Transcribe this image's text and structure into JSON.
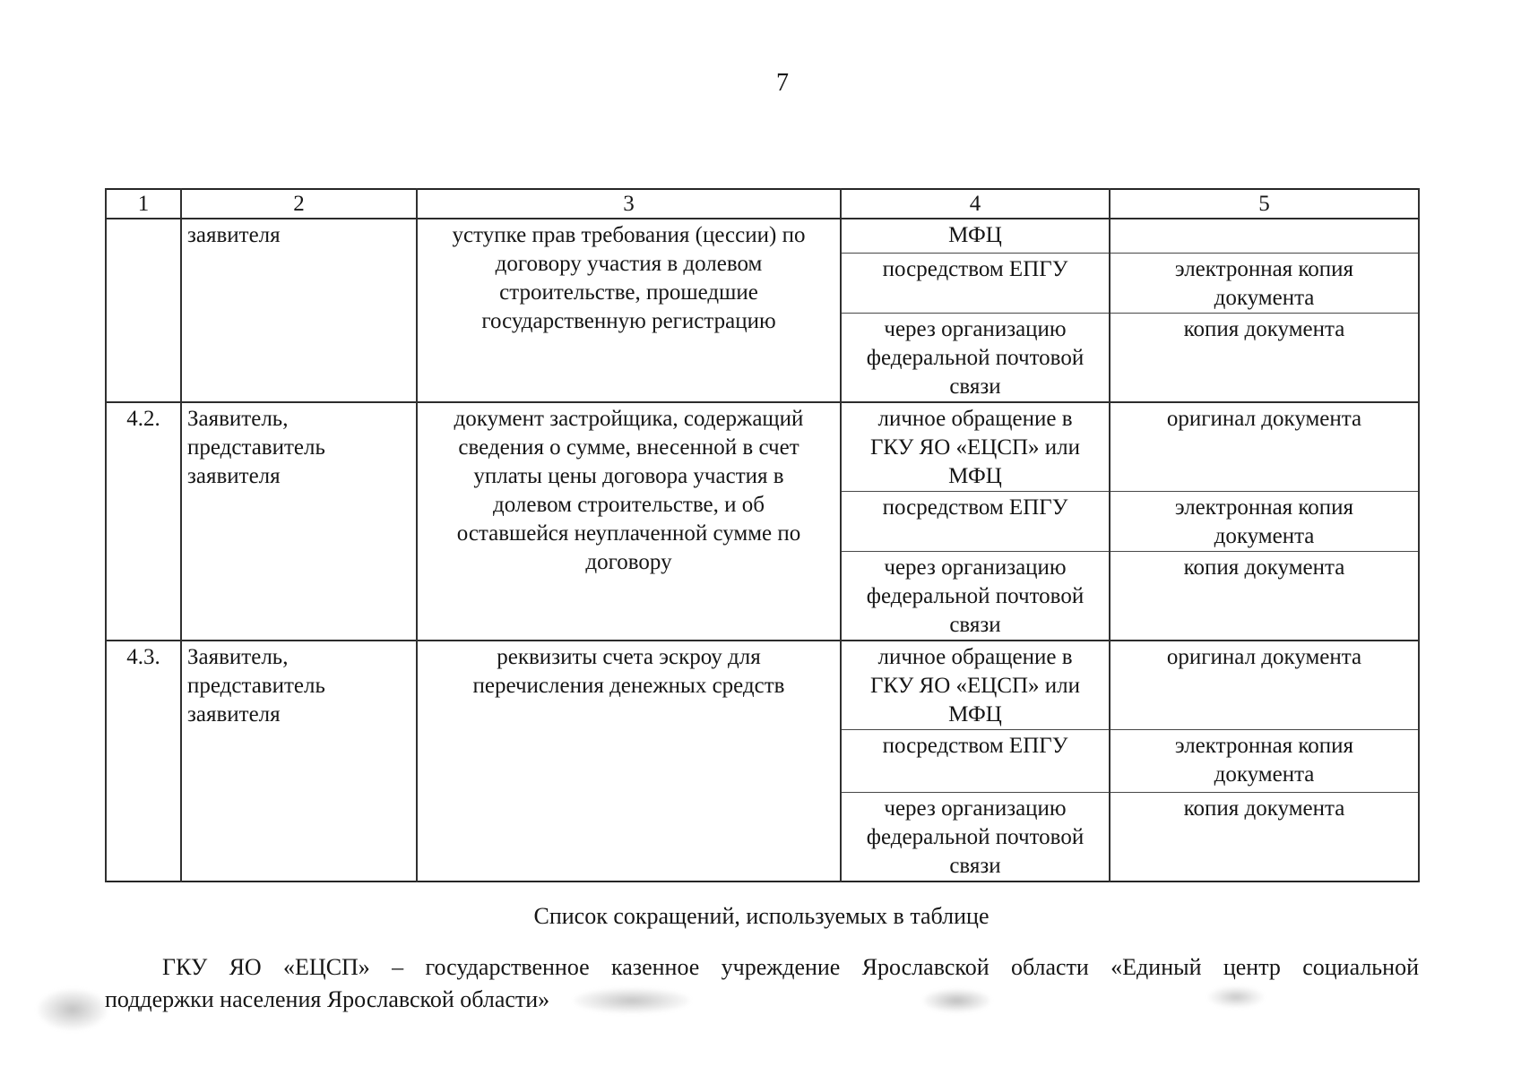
{
  "page": {
    "number": "7"
  },
  "table": {
    "headers": [
      "1",
      "2",
      "3",
      "4",
      "5"
    ],
    "rows": [
      {
        "num": "",
        "applicant": "заявителя",
        "document": "уступке прав требования (цессии) по\nдоговору участия в долевом\nстроительстве, прошедшие\nгосударственную регистрацию",
        "methods": [
          {
            "method": "МФЦ",
            "form": ""
          },
          {
            "method": "посредством ЕПГУ",
            "form": "электронная копия\nдокумента"
          },
          {
            "method": "через организацию\nфедеральной почтовой\nсвязи",
            "form": "копия документа"
          }
        ]
      },
      {
        "num": "4.2.",
        "applicant": "Заявитель,\nпредставитель\nзаявителя",
        "document": "документ застройщика, содержащий\nсведения о сумме, внесенной в счет\nуплаты цены договора участия в\nдолевом строительстве, и об\nоставшейся неуплаченной сумме по\nдоговору",
        "methods": [
          {
            "method": "личное обращение в\nГКУ ЯО «ЕЦСП» или\nМФЦ",
            "form": "оригинал документа"
          },
          {
            "method": "посредством ЕПГУ",
            "form": "электронная копия\nдокумента"
          },
          {
            "method": "через организацию\nфедеральной почтовой\nсвязи",
            "form": "копия документа"
          }
        ]
      },
      {
        "num": "4.3.",
        "applicant": "Заявитель,\nпредставитель\nзаявителя",
        "document": "реквизиты счета эскроу для\nперечисления денежных средств",
        "methods": [
          {
            "method": "личное обращение в\nГКУ ЯО «ЕЦСП» или\nМФЦ",
            "form": "оригинал документа"
          },
          {
            "method": "посредством ЕПГУ",
            "form": "электронная копия\nдокумента"
          },
          {
            "method": "через организацию\nфедеральной почтовой\nсвязи",
            "form": "копия документа"
          }
        ]
      }
    ]
  },
  "footer": {
    "abbr_title": "Список сокращений, используемых в таблице",
    "abbr_line1": "ГКУ ЯО «ЕЦСП» – государственное казенное учреждение Ярославской области «Единый центр социальной",
    "abbr_line2": "поддержки населения Ярославской области»"
  }
}
